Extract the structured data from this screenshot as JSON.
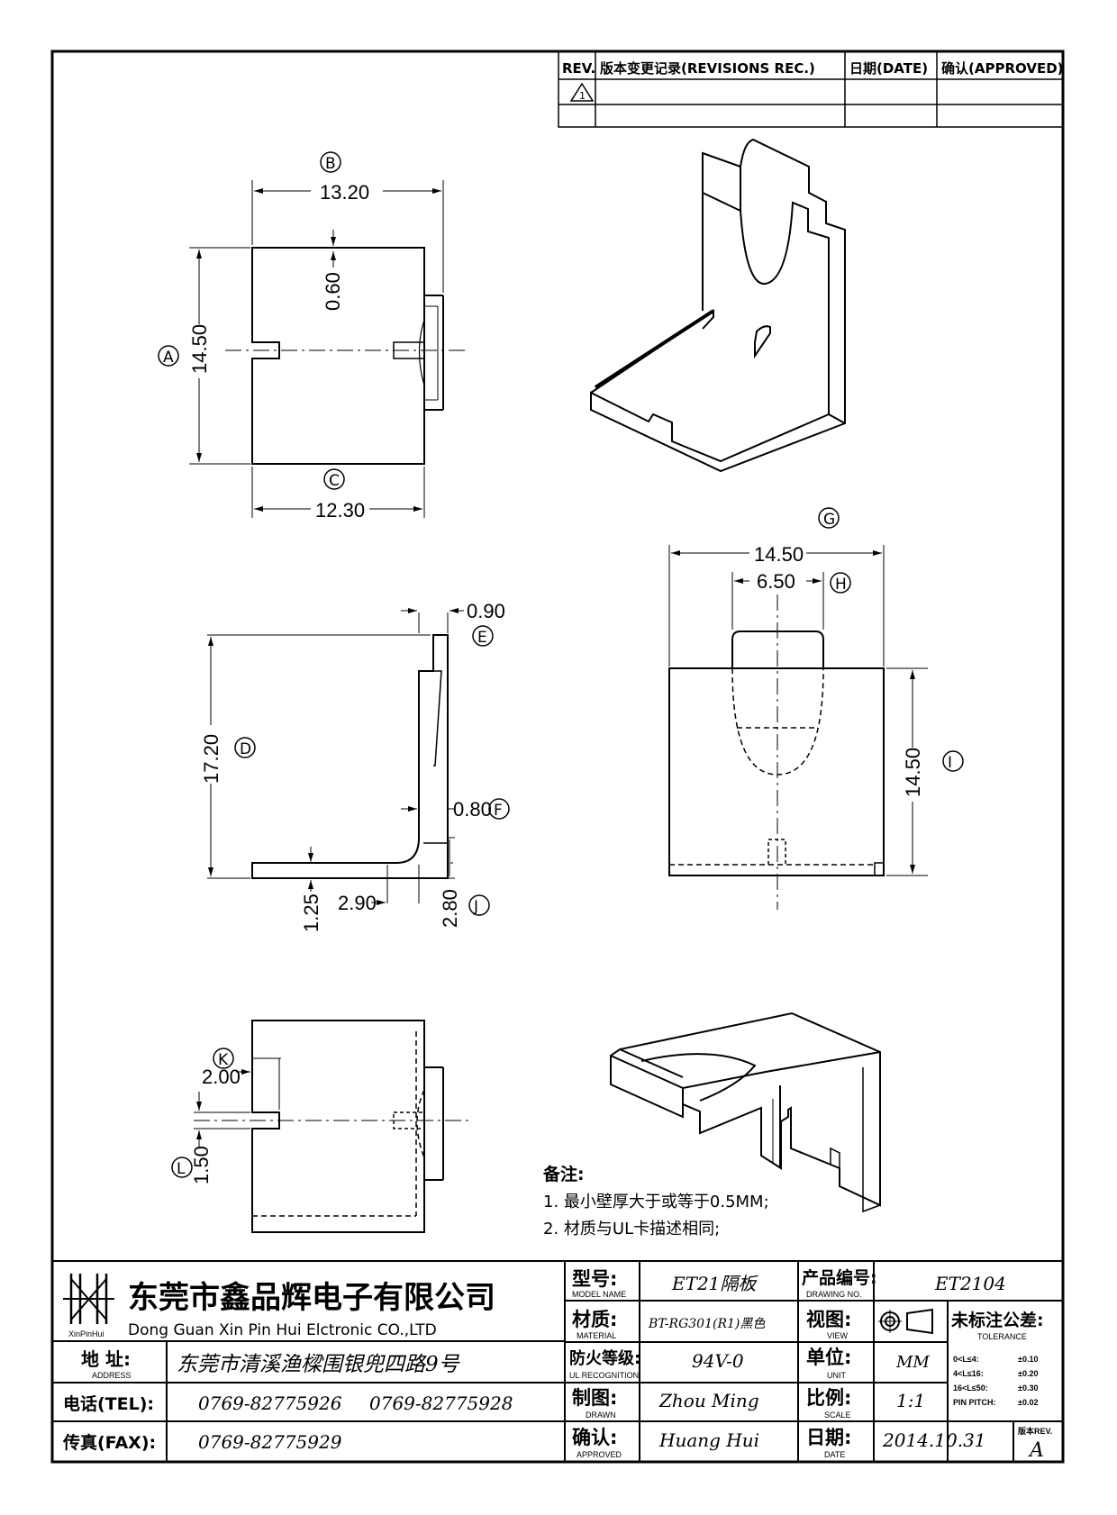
{
  "revision_block": {
    "headers": [
      "REV.",
      "版本变更记录(REVISIONS REC.)",
      "日期(DATE)",
      "确认(APPROVED)"
    ],
    "row1_rev": "1"
  },
  "dimensions": {
    "B": "13.20",
    "A": "14.50",
    "C": "12.30",
    "v060": "0.60",
    "E": "0.90",
    "D": "17.20",
    "F": "0.80",
    "J": "2.80",
    "d290": "2.90",
    "d125": "1.25",
    "G": "14.50",
    "H": "6.50",
    "I": "14.50",
    "K": "2.00",
    "L": "1.50"
  },
  "labels": {
    "A": "A",
    "B": "B",
    "C": "C",
    "D": "D",
    "E": "E",
    "F": "F",
    "G": "G",
    "H": "H",
    "I": "I",
    "J": "J",
    "K": "K",
    "L": "L"
  },
  "notes": {
    "title": "备注:",
    "line1": "1. 最小壁厚大于或等于0.5MM;",
    "line2": "2. 材质与UL卡描述相同;"
  },
  "title_block": {
    "logo_text": "XinPinHui",
    "company_cn": "东莞市鑫品辉电子有限公司",
    "company_en": "Dong Guan Xin Pin Hui Elctronic CO.,LTD",
    "address_label": "地  址:",
    "address_label_en": "ADDRESS",
    "address": "东莞市清溪渔樑围银兜四路9号",
    "tel_label": "电话(TEL):",
    "tel1": "0769-82775926",
    "tel2": "0769-82775928",
    "fax_label": "传真(FAX):",
    "fax": "0769-82775929",
    "model_label": "型号:",
    "model_label_en": "MODEL NAME",
    "model": "ET21隔板",
    "material_label": "材质:",
    "material_label_en": "MATERIAL",
    "material": "BT-RG301(R1)黑色",
    "ul_label": "防火等级:",
    "ul_label_en": "UL RECOGNITION",
    "ul": "94V-0",
    "drawn_label": "制图:",
    "drawn_label_en": "DRAWN",
    "drawn": "Zhou Ming",
    "approved_label": "确认:",
    "approved_label_en": "APPROVED",
    "approved": "Huang Hui",
    "drawing_no_label": "产品编号:",
    "drawing_no_label_en": "DRAWING NO.",
    "drawing_no": "ET2104",
    "view_label": "视图:",
    "view_label_en": "VIEW",
    "unit_label": "单位:",
    "unit_label_en": "UNIT",
    "unit": "MM",
    "scale_label": "比例:",
    "scale_label_en": "SCALE",
    "scale": "1:1",
    "date_label": "日期:",
    "date_label_en": "DATE",
    "date": "2014.10.31",
    "tolerance_label": "未标注公差:",
    "tolerance_label_en": "TOLERANCE",
    "tol_rows": [
      {
        "range": "0<L≤4:",
        "value": "±0.10"
      },
      {
        "range": "4<L≤16:",
        "value": "±0.20"
      },
      {
        "range": "16<L≤50:",
        "value": "±0.30"
      },
      {
        "range": "PIN PITCH:",
        "value": "±0.02"
      }
    ],
    "rev_label": "版本REV.",
    "rev": "A"
  }
}
